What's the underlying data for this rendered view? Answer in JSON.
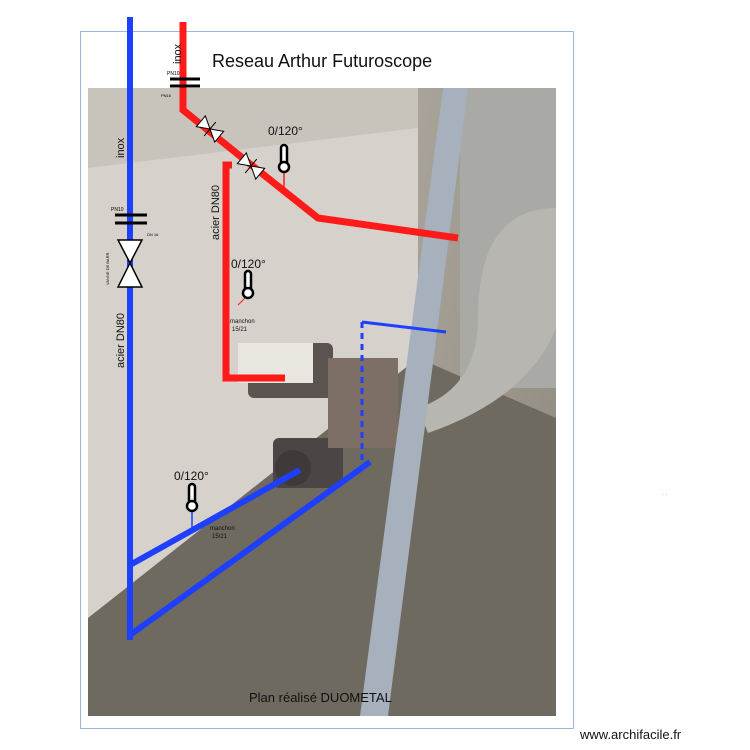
{
  "title": "Reseau Arthur Futuroscope",
  "footer": "Plan réalisé DUOMETAL",
  "site": "www.archifacile.fr",
  "colors": {
    "hot_pipe": "#ff1a1a",
    "cold_pipe": "#1f3fff",
    "symbol": "#000000",
    "frame": "#9ab8de"
  },
  "labels": {
    "inox_top": "inox",
    "inox_left": "inox",
    "acier_red": "acier DN80",
    "acier_blue": "acier DN80",
    "temp1": "0/120°",
    "temp2": "0/120°",
    "temp3": "0/120°",
    "manchon1_a": "manchon",
    "manchon1_b": "15/21",
    "manchon2_a": "manchon",
    "manchon2_b": "15/21",
    "pn_top": "PN10",
    "pn_top_sub": "PN16",
    "pn_left": "PN10",
    "pn_left_sub": "DN 16",
    "valve_vert": "VANNE DE BARR",
    "dots": "· ·"
  }
}
